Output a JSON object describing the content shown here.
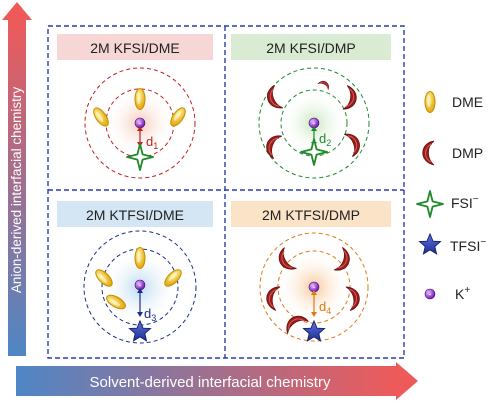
{
  "axes": {
    "y_label": "Anion-derived interfacial chemistry",
    "x_label": "Solvent-derived interfacial chemistry"
  },
  "panels": [
    {
      "title": "2M KFSI/DME",
      "distance_label": "d",
      "distance_sub": "1",
      "solvent": "DME",
      "anion": "FSI"
    },
    {
      "title": "2M KFSI/DMP",
      "distance_label": "d",
      "distance_sub": "2",
      "solvent": "DMP",
      "anion": "FSI"
    },
    {
      "title": "2M KTFSI/DME",
      "distance_label": "d",
      "distance_sub": "3",
      "solvent": "DME",
      "anion": "TFSI"
    },
    {
      "title": "2M KTFSI/DMP",
      "distance_label": "d",
      "distance_sub": "4",
      "solvent": "DMP",
      "anion": "TFSI"
    }
  ],
  "legend": [
    {
      "icon": "dme-ellipse-icon",
      "label": "DME",
      "sup": ""
    },
    {
      "icon": "dmp-crescent-icon",
      "label": "DMP",
      "sup": ""
    },
    {
      "icon": "fsi-star-icon",
      "label": "FSI",
      "sup": "−"
    },
    {
      "icon": "tfsi-star-icon",
      "label": "TFSI",
      "sup": "−"
    },
    {
      "icon": "k-ion-icon",
      "label": "K",
      "sup": "+"
    }
  ],
  "colors": {
    "dme_yellow": "#f2b705",
    "dmp_red": "#9b1b1b",
    "fsi_green": "#1f8a2a",
    "tfsi_blue": "#2b3fa8",
    "k_purple": "#8a2bd6",
    "panel_border": "#2a3fb0",
    "title_pink": "#f7d6d6",
    "title_green": "#d9ecd3",
    "title_blue": "#d4e6f4",
    "title_orange": "#fbe3c8",
    "arrow_red": "#e25b5b",
    "arrow_blue": "#4a90c9"
  }
}
